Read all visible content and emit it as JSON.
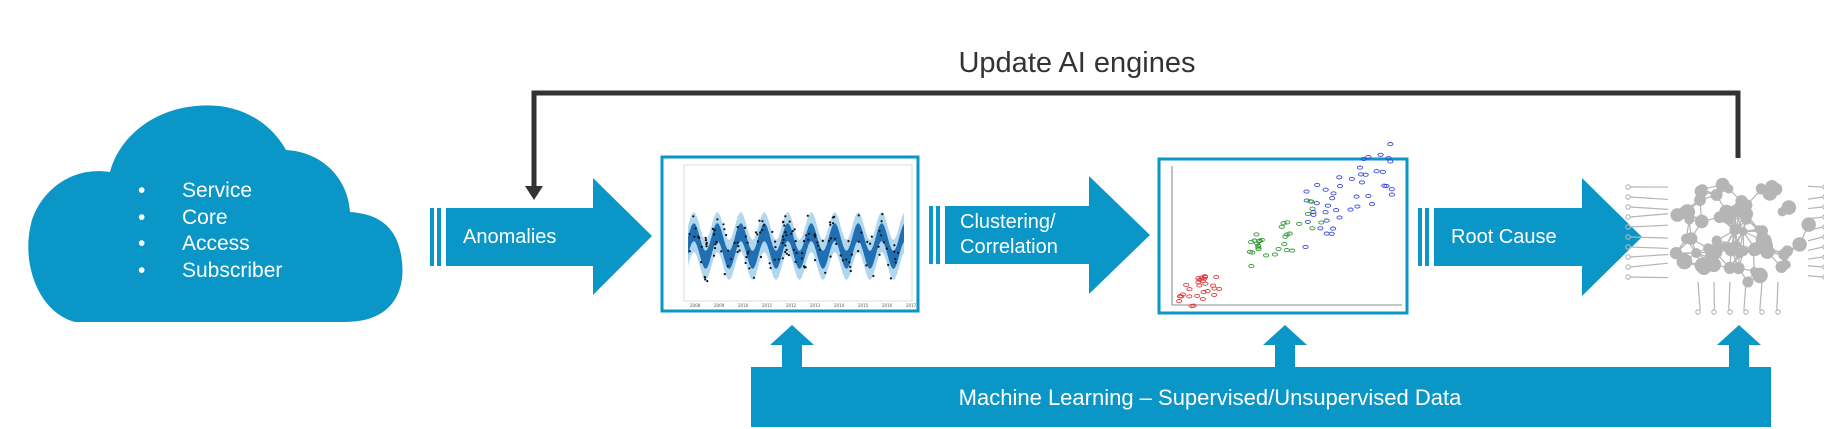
{
  "feedback": {
    "label": "Update AI engines"
  },
  "cloud": {
    "items": [
      "Service",
      "Core",
      "Access",
      "Subscriber"
    ],
    "bullet": "•"
  },
  "pipeline": {
    "step1": {
      "label": "Anomalies"
    },
    "step2": {
      "label_line1": "Clustering/",
      "label_line2": "Correlation"
    },
    "step3": {
      "label": "Root Cause"
    }
  },
  "ml_bar": {
    "label": "Machine Learning – Supervised/Unsupervised Data"
  },
  "timeseries_thumb": {
    "icon": "time-series-forecast-chart"
  },
  "scatter_thumb": {
    "icon": "cluster-scatter-plot"
  },
  "ai_engine": {
    "icon": "neural-network-brain-icon"
  },
  "colors": {
    "primary": "#0a96c7",
    "feedback_line": "#333333",
    "cluster_red": "#e23a3a",
    "cluster_green": "#2f9a2f",
    "cluster_blue": "#3848d8",
    "brain": "#b5b5b5"
  }
}
